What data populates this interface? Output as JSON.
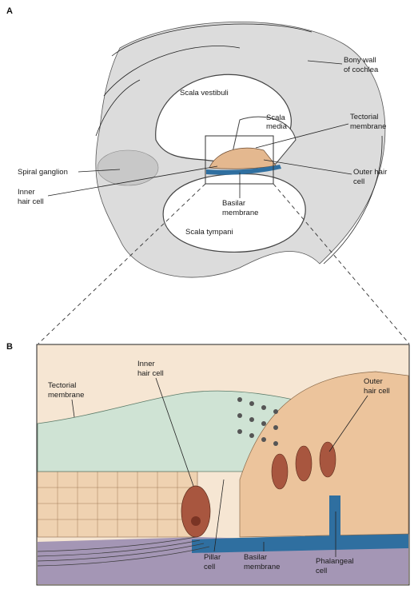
{
  "panels": [
    {
      "id": "A",
      "letter": "A"
    },
    {
      "id": "B",
      "letter": "B"
    }
  ],
  "panel_a": {
    "labels": {
      "bony_wall_line1": "Bony wall",
      "bony_wall_line2": "of cochlea",
      "scala_vestibuli": "Scala vestibuli",
      "scala_media_line1": "Scala",
      "scala_media_line2": "media",
      "tectorial_line1": "Tectorial",
      "tectorial_line2": "membrane",
      "spiral_ganglion": "Spiral ganglion",
      "outer_hair_line1": "Outer hair",
      "outer_hair_line2": "cell",
      "inner_hair_line1": "Inner",
      "inner_hair_line2": "hair cell",
      "basilar_line1": "Basilar",
      "basilar_line2": "membrane",
      "scala_tympani": "Scala tympani"
    }
  },
  "panel_b": {
    "labels": {
      "inner_hair_line1": "Inner",
      "inner_hair_line2": "hair cell",
      "outer_hair_line1": "Outer",
      "outer_hair_line2": "hair cell",
      "tectorial_line1": "Tectorial",
      "tectorial_line2": "membrane",
      "pillar_line1": "Pillar",
      "pillar_line2": "cell",
      "basilar_line1": "Basilar",
      "basilar_line2": "membrane",
      "phalangeal_line1": "Phalangeal",
      "phalangeal_line2": "cell"
    }
  },
  "colors": {
    "bone_gray": "#d9d9d9",
    "outline": "#3a3a3a",
    "basilar_blue": "#2f6fa0",
    "tectorial_green": "#cfe3d4",
    "cell_tan": "#e9c4a0",
    "hair_cell_brown": "#b5654a",
    "base_purple": "#9d8fb0"
  }
}
